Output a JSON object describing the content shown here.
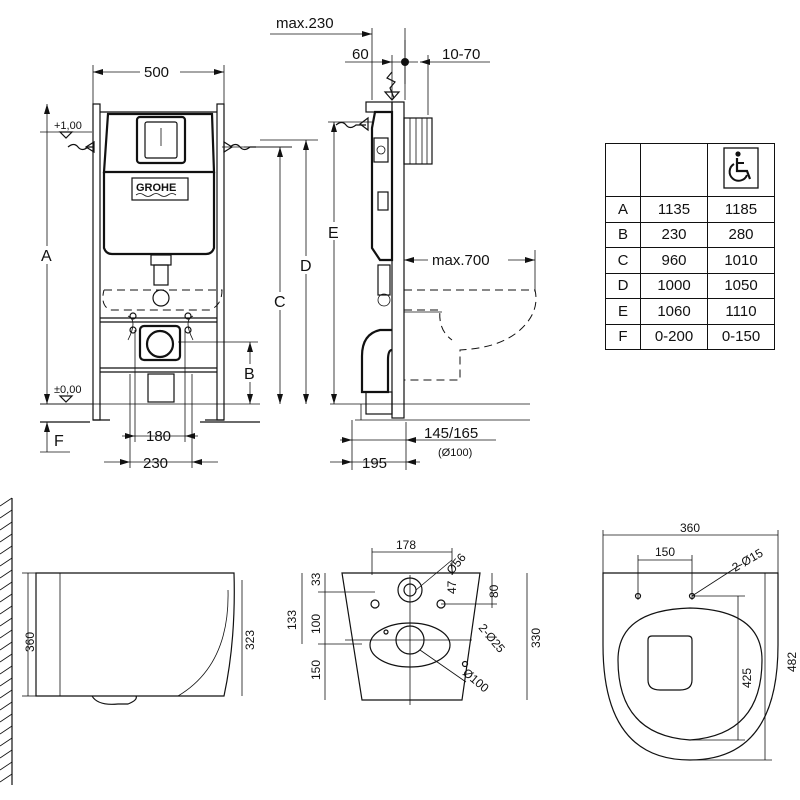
{
  "brand": "GROHE",
  "accessibility_icon": "wheelchair-icon",
  "front_view": {
    "width_500": "500",
    "level_top": "+1,00",
    "level_bottom": "±0,00",
    "label_a": "A",
    "label_b": "B",
    "label_c": "C",
    "label_d": "D",
    "label_f": "F",
    "dim_180": "180",
    "dim_230": "230"
  },
  "side_view": {
    "max_230": "max.230",
    "dim_60": "60",
    "dim_10_70": "10-70",
    "label_e": "E",
    "max_700": "max.700",
    "dim_145_165": "145/165",
    "dim_100": "(Ø100)",
    "dim_195": "195"
  },
  "table": {
    "rows": [
      {
        "label": "A",
        "standard": "1135",
        "accessible": "1185"
      },
      {
        "label": "B",
        "standard": "230",
        "accessible": "280"
      },
      {
        "label": "C",
        "standard": "960",
        "accessible": "1010"
      },
      {
        "label": "D",
        "standard": "1000",
        "accessible": "1050"
      },
      {
        "label": "E",
        "standard": "1060",
        "accessible": "1110"
      },
      {
        "label": "F",
        "standard": "0-200",
        "accessible": "0-150"
      }
    ]
  },
  "bowl_side": {
    "h_360": "360",
    "h_323": "323"
  },
  "bowl_back": {
    "w_178": "178",
    "d_56": "Ø56",
    "v_33": "33",
    "v_47": "47",
    "v_80": "80",
    "v_133": "133",
    "v_100": "100",
    "v_150": "150",
    "holes": "2-Ø25",
    "v_330": "330",
    "d_100": "Ø100"
  },
  "bowl_top": {
    "w_360": "360",
    "w_150": "150",
    "holes": "2-Ø15",
    "v_425": "425",
    "v_482": "482"
  }
}
